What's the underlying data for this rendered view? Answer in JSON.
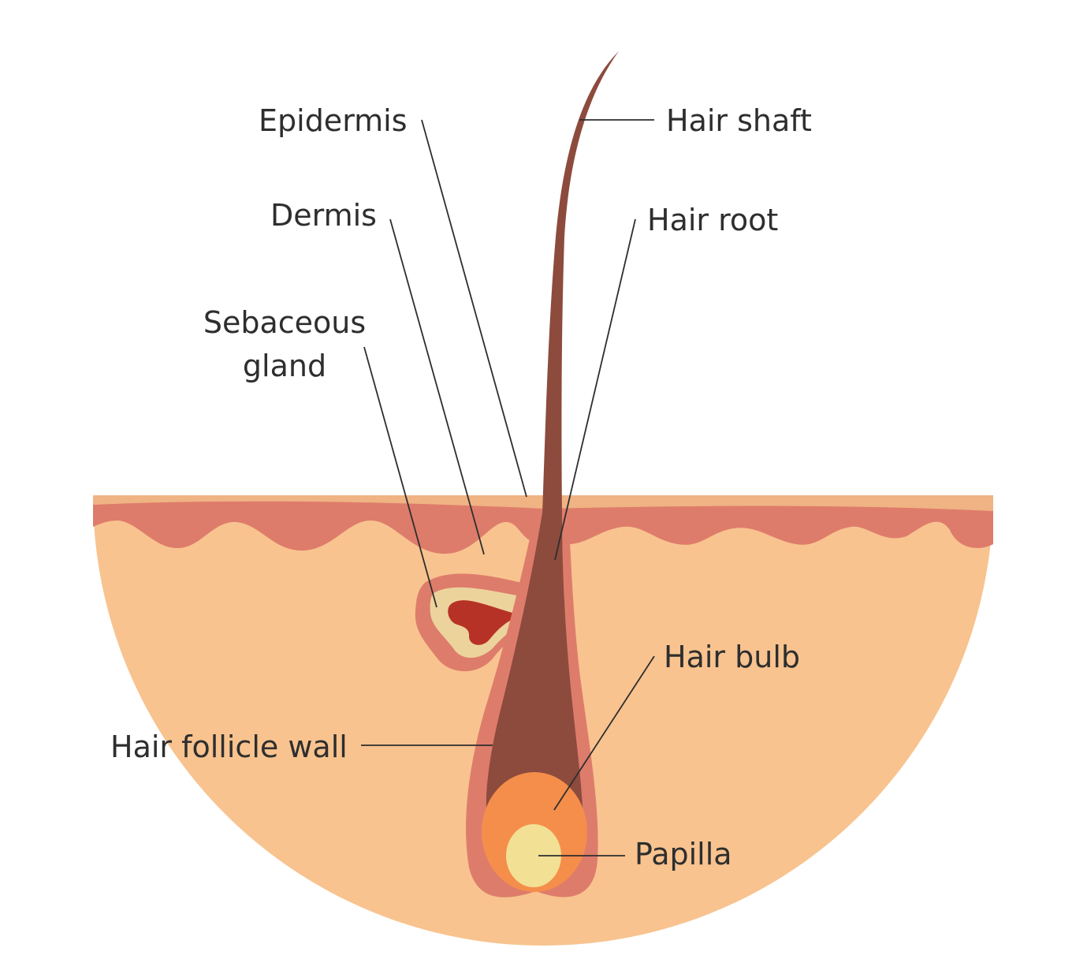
{
  "labels": {
    "epidermis": "Epidermis",
    "dermis": "Dermis",
    "sebaceous_gland_line1": "Sebaceous",
    "sebaceous_gland_line2": "gland",
    "hair_follicle_wall": "Hair follicle wall",
    "hair_shaft": "Hair shaft",
    "hair_root": "Hair root",
    "hair_bulb": "Hair bulb",
    "papilla": "Papilla"
  },
  "colors": {
    "dermis": "#f8c38f",
    "epidermis_top": "#f0b383",
    "epidermis_wave": "#de7c6b",
    "follicle_wall": "#de7c6b",
    "hair": "#8c4b3d",
    "hair_bulb": "#f58e4a",
    "papilla": "#f2e095",
    "gland_fat": "#ecd39c",
    "gland_core": "#b73226"
  }
}
